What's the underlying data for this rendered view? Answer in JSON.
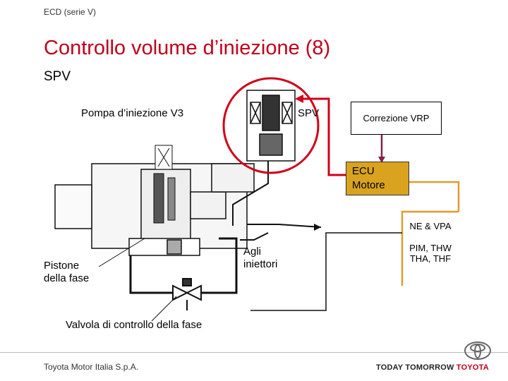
{
  "header": {
    "text": "ECD (serie V)"
  },
  "slide": {
    "title": "Controllo volume d’iniezione (8)",
    "subtitle": "SPV"
  },
  "labels": {
    "pump": "Pompa d’iniezione V3",
    "spv": "SPV",
    "vrp": "Correzione VRP",
    "ecu_line1": "ECU",
    "ecu_line2": "Motore",
    "ne_vpa": "NE & VPA",
    "pim_line1": "PIM, THW",
    "pim_line2": "THA, THF",
    "injectors_line1": "Agli",
    "injectors_line2": "iniettori",
    "piston_line1": "Pistone",
    "piston_line2": "della fase",
    "valve": "Valvola di controllo della fase"
  },
  "footer": {
    "company": "Toyota Motor Italia S.p.A.",
    "tagline": "TODAY TOMORROW",
    "brand": "TOYOTA"
  },
  "colors": {
    "title": "#c0001a",
    "ecu": "#d9a320",
    "arrow": "#d0001a",
    "connector": "#e09a30",
    "line": "#8a2040"
  }
}
